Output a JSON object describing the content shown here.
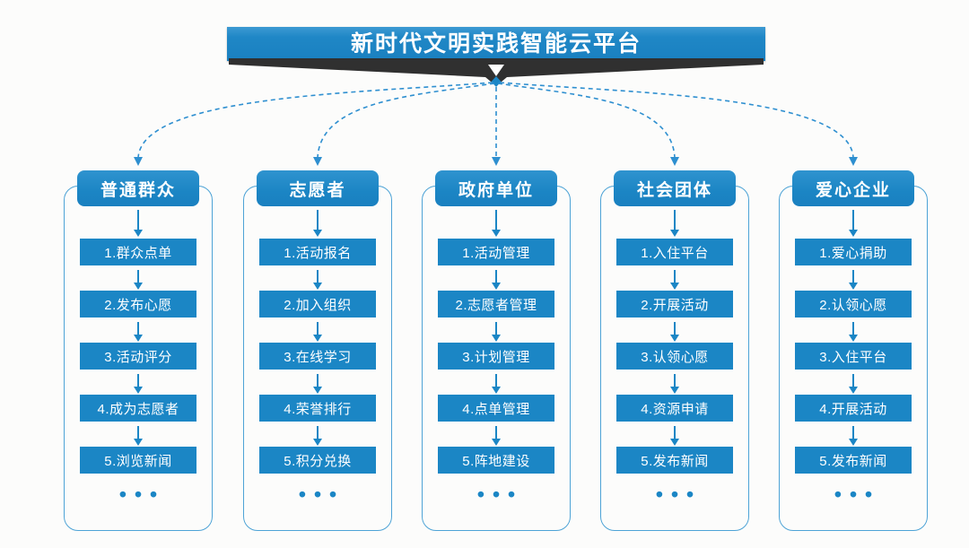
{
  "platform": {
    "title": "新时代文明实践智能云平台"
  },
  "ellipsis": "•••",
  "colors": {
    "primary_blue": "#1b86c5",
    "outline_blue": "#4da3d6",
    "dashed_blue": "#2e8fd0",
    "funnel_dark": "#303030",
    "text_on_blue": "#ffffff",
    "background": "#fcfcfb"
  },
  "columns": [
    {
      "title": "普通群众",
      "items": [
        "1.群众点单",
        "2.发布心愿",
        "3.活动评分",
        "4.成为志愿者",
        "5.浏览新闻"
      ]
    },
    {
      "title": "志愿者",
      "items": [
        "1.活动报名",
        "2.加入组织",
        "3.在线学习",
        "4.荣誉排行",
        "5.积分兑换"
      ]
    },
    {
      "title": "政府单位",
      "items": [
        "1.活动管理",
        "2.志愿者管理",
        "3.计划管理",
        "4.点单管理",
        "5.阵地建设"
      ]
    },
    {
      "title": "社会团体",
      "items": [
        "1.入住平台",
        "2.开展活动",
        "3.认领心愿",
        "4.资源申请",
        "5.发布新闻"
      ]
    },
    {
      "title": "爱心企业",
      "items": [
        "1.爱心捐助",
        "2.认领心愿",
        "3.入住平台",
        "4.开展活动",
        "5.发布新闻"
      ]
    }
  ]
}
